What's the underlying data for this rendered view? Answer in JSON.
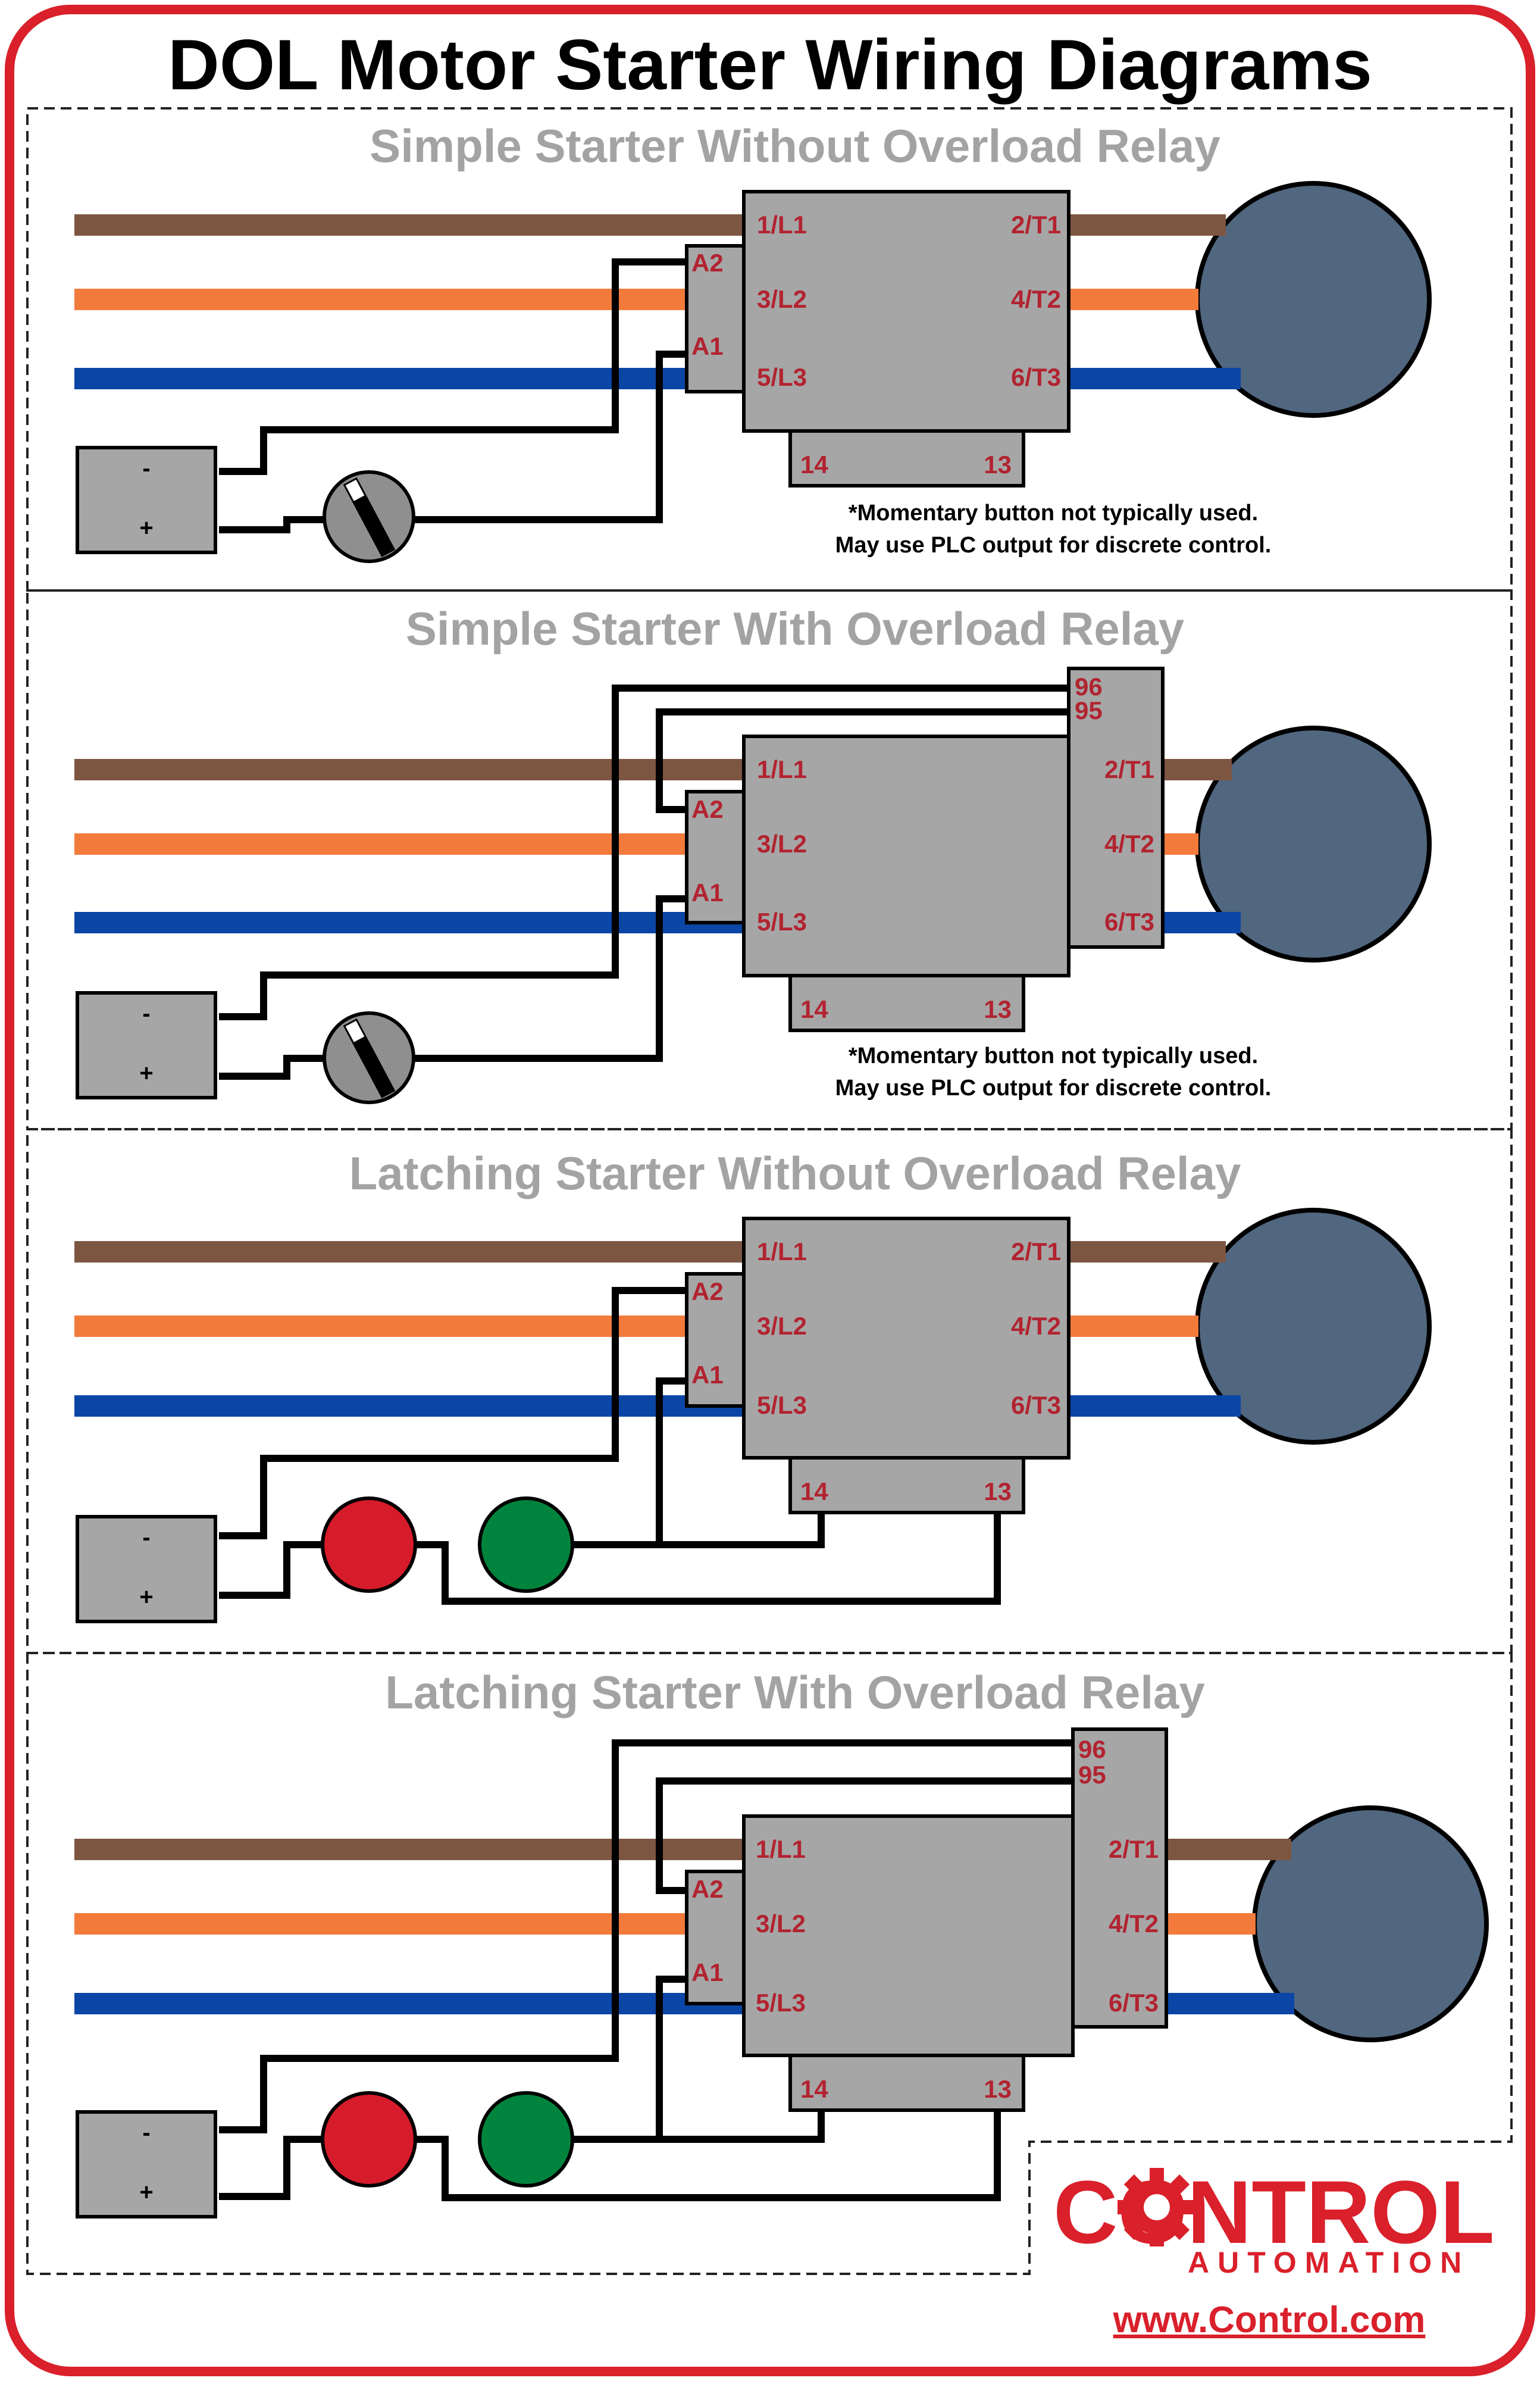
{
  "title": "DOL Motor Starter Wiring Diagrams",
  "colors": {
    "phase_l1": "#7d5642",
    "phase_l2": "#f27b3c",
    "phase_l3": "#0b46a6",
    "motor": "#51667f",
    "device": "#a6a6a6",
    "stop_button": "#d61b2b",
    "start_button": "#00843d",
    "accent": "#d9202b"
  },
  "sections": [
    {
      "title": "Simple Starter Without Overload Relay",
      "note_line1": "*Momentary button not typically used.",
      "note_line2": "May use PLC output for discrete control."
    },
    {
      "title": "Simple Starter With Overload Relay",
      "note_line1": "*Momentary button not typically used.",
      "note_line2": "May use PLC output for discrete control."
    },
    {
      "title": "Latching Starter Without Overload Relay"
    },
    {
      "title": "Latching Starter With Overload Relay"
    }
  ],
  "terminals": {
    "line": [
      "1/L1",
      "3/L2",
      "5/L3"
    ],
    "load": [
      "2/T1",
      "4/T2",
      "6/T3"
    ],
    "coil_a2": "A2",
    "coil_a1": "A1",
    "aux_14": "14",
    "aux_13": "13",
    "ol_96": "96",
    "ol_95": "95"
  },
  "power_supply": {
    "minus": "-",
    "plus": "+"
  },
  "logo": {
    "main": "CONTROL",
    "sub": "AUTOMATION",
    "url": "www.Control.com"
  }
}
